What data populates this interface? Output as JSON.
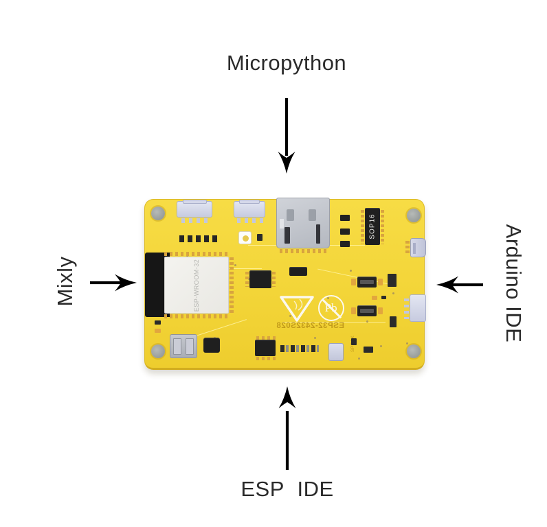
{
  "scene": {
    "background_color": "#ffffff",
    "text_color": "#2a2a2a",
    "arrow_color": "#000000"
  },
  "annotations": {
    "top": {
      "label": "Micropython"
    },
    "left": {
      "label": "Mixly"
    },
    "right": {
      "label": "Arduino IDE"
    },
    "bottom": {
      "label": "ESP IDE"
    }
  },
  "board": {
    "silkscreen_name": "ESP32-2432S028",
    "wifi_module_label": "ESP-WROOM-32",
    "ic_label": "SOP16",
    "speaker_port_label": "SPEAK",
    "lead_free_symbol": "Pb",
    "colors": {
      "pcb_yellow": "#f3d538",
      "pcb_edge": "#d2ad1f",
      "component_black": "#1f1f1f",
      "connector_lavender": "#c7cbe0",
      "metal_silver": "#b4b8c0",
      "module_shield": "#f0efeb",
      "silkscreen_white": "#fbf8ee",
      "pad_gold": "#d8a43e"
    }
  }
}
